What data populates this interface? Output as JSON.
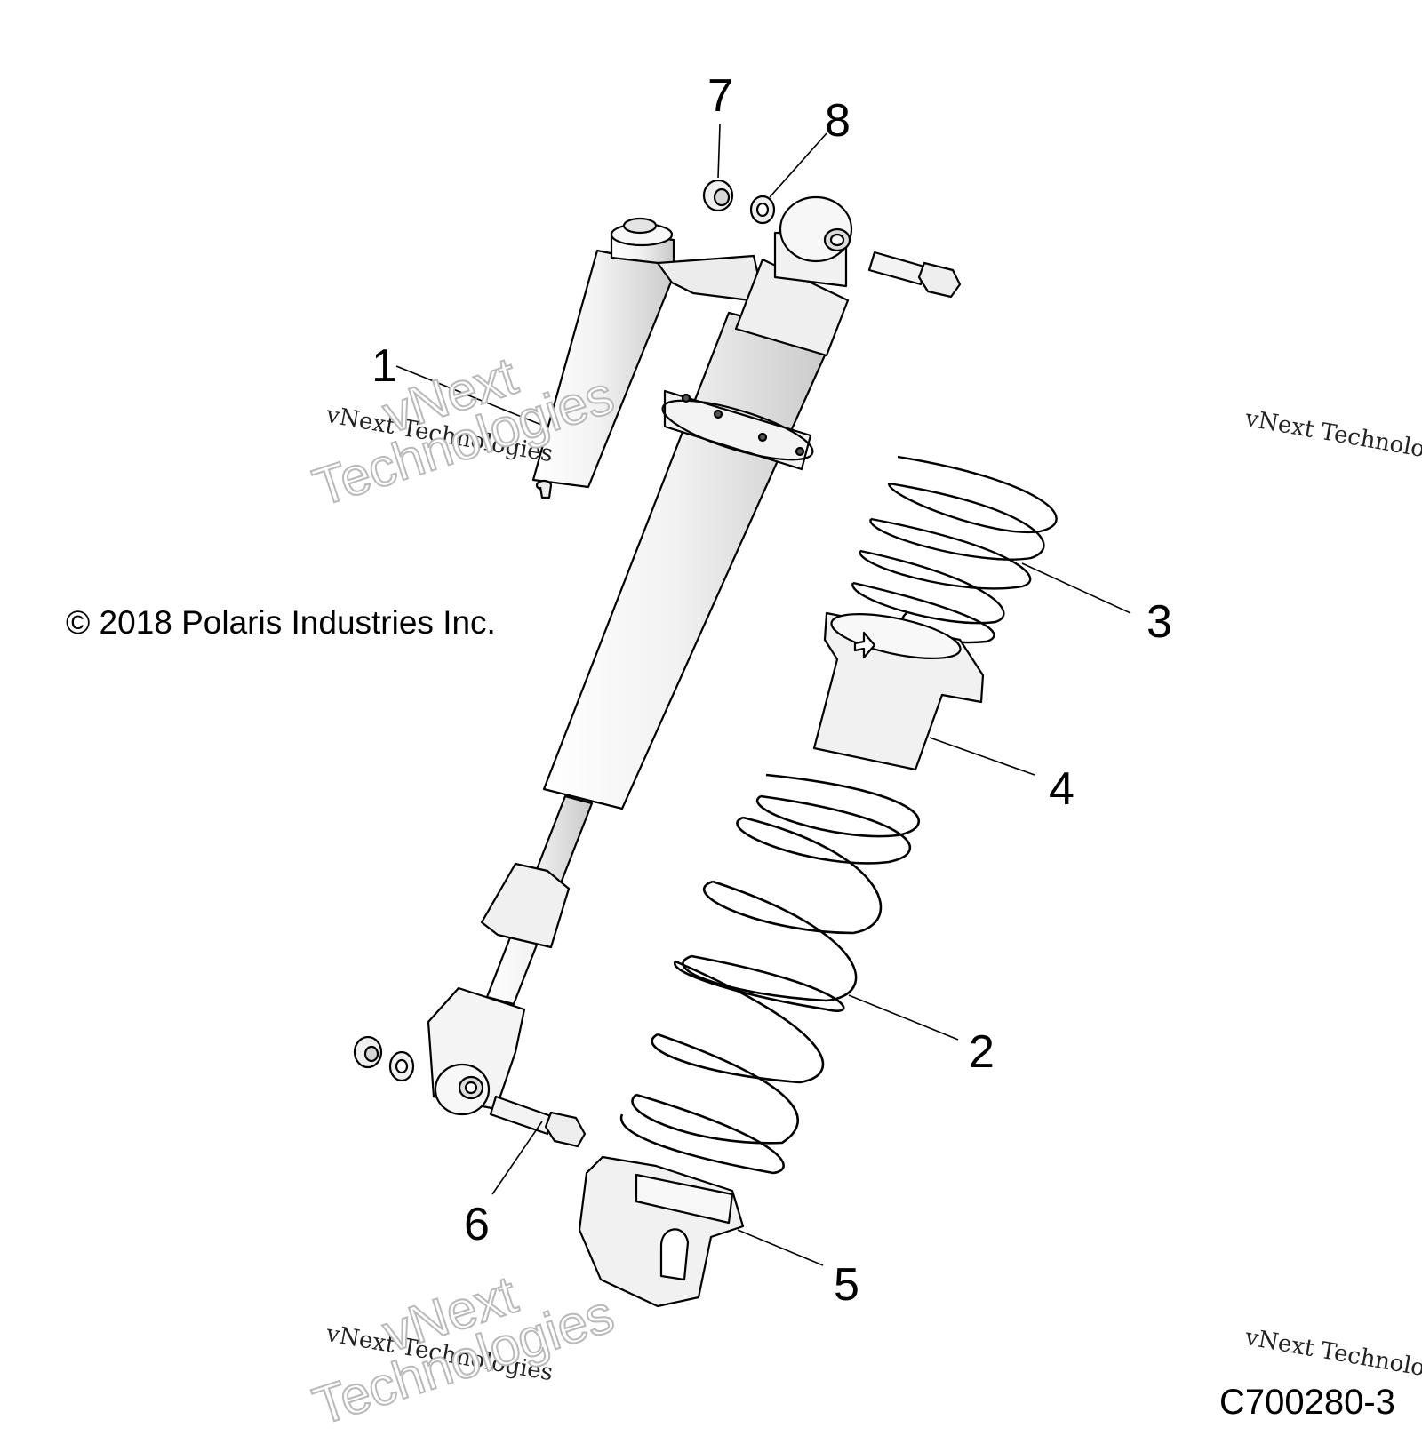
{
  "callouts": [
    {
      "n": "1"
    },
    {
      "n": "2"
    },
    {
      "n": "3"
    },
    {
      "n": "4"
    },
    {
      "n": "5"
    },
    {
      "n": "6"
    },
    {
      "n": "7"
    },
    {
      "n": "8"
    }
  ],
  "copyright": "© 2018 Polaris Industries Inc.",
  "drawing_number": "C700280-3",
  "watermark": {
    "small": "vNext Technologies",
    "big_line1": "vNext",
    "big_line2": "Technologies"
  },
  "colors": {
    "line": "#000000",
    "part_fill": "#f4f4f4",
    "shade": "#d9d9d9",
    "watermark_outline": "#b9b9b9"
  }
}
